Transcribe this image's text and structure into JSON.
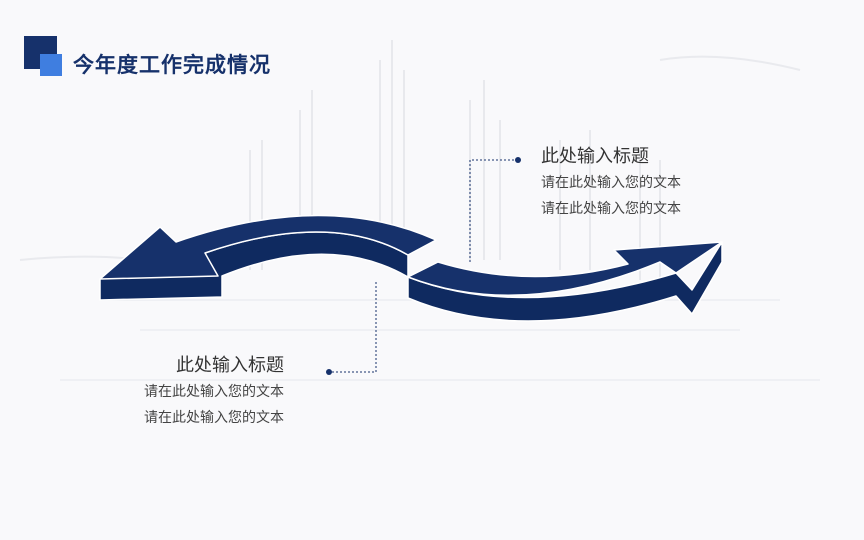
{
  "slide": {
    "title": "今年度工作完成情况",
    "colors": {
      "accent_dark": "#16316b",
      "accent_light": "#3f7ee0",
      "arrow_fill": "#0f2a60",
      "arrow_outline": "#ffffff",
      "text": "#333333",
      "connector": "#16316b"
    },
    "callouts": [
      {
        "heading": "此处输入标题",
        "lines": [
          "请在此处输入您的文本",
          "请在此处输入您的文本"
        ]
      },
      {
        "heading": "此处输入标题",
        "lines": [
          "请在此处输入您的文本",
          "请在此处输入您的文本"
        ]
      }
    ]
  }
}
